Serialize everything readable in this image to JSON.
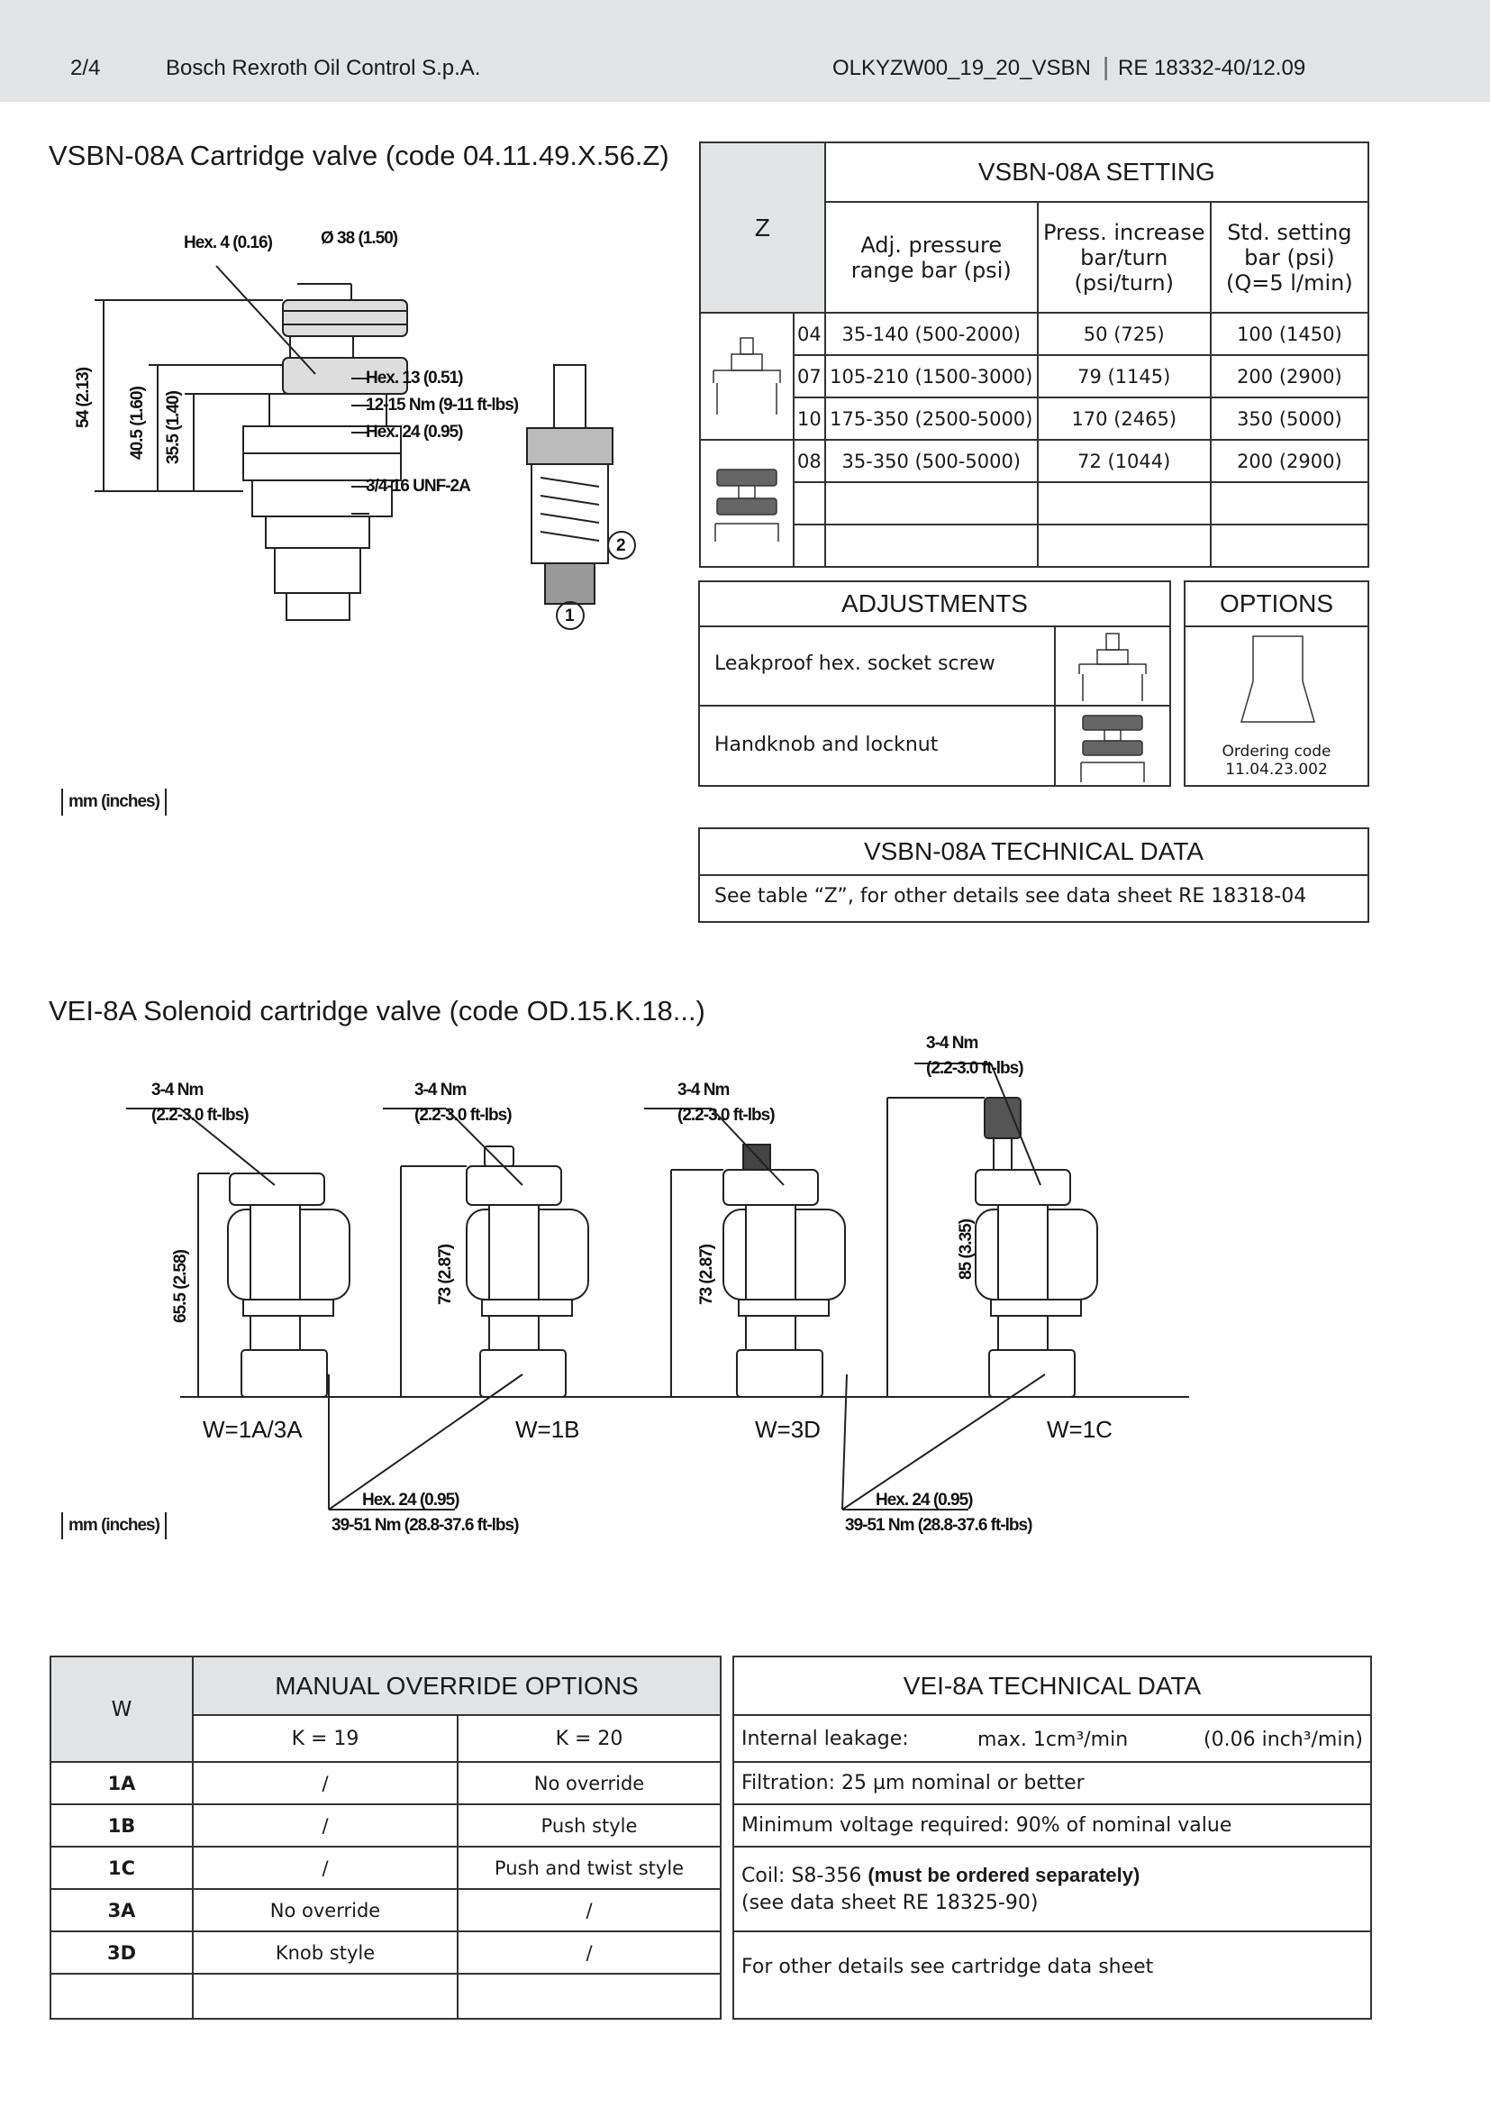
{
  "header": {
    "page": "2/4",
    "company": "Bosch Rexroth Oil Control S.p.A.",
    "doc_code": "OLKYZW00_19_20_VSBN",
    "doc_ref": "RE 18332-40/12.09"
  },
  "vsbn": {
    "title": "VSBN-08A Cartridge valve (code 04.11.49.X.56.Z)",
    "dims": {
      "dia": "Ø 38 (1.50)",
      "hex4": "Hex. 4 (0.16)",
      "h54": "54 (2.13)",
      "h405": "40.5 (1.60)",
      "h355": "35.5 (1.40)",
      "hex13": "Hex. 13 (0.51)",
      "torque": "12-15 Nm (9-11 ft-lbs)",
      "hex24": "Hex. 24 (0.95)",
      "thread": "3/4-16 UNF-2A",
      "port1": "1",
      "port2": "2"
    },
    "units": "mm (inches)"
  },
  "setting_table": {
    "z_label": "Z",
    "title": "VSBN-08A SETTING",
    "col1": "Adj. pressure range bar (psi)",
    "col2": "Press. increase bar/turn (psi/turn)",
    "col3": "Std. setting bar (psi) (Q=5 l/min)",
    "rows": [
      {
        "z": "04",
        "range": "35-140 (500-2000)",
        "inc": "50 (725)",
        "std": "100 (1450)"
      },
      {
        "z": "07",
        "range": "105-210 (1500-3000)",
        "inc": "79 (1145)",
        "std": "200 (2900)"
      },
      {
        "z": "10",
        "range": "175-350 (2500-5000)",
        "inc": "170 (2465)",
        "std": "350 (5000)"
      },
      {
        "z": "08",
        "range": "35-350 (500-5000)",
        "inc": "72 (1044)",
        "std": "200 (2900)"
      }
    ]
  },
  "adjustments": {
    "title": "ADJUSTMENTS",
    "items": [
      "Leakproof hex. socket screw",
      "Handknob and locknut"
    ]
  },
  "options": {
    "title": "OPTIONS",
    "ordering_label": "Ordering code",
    "ordering_code": "11.04.23.002"
  },
  "vsbn_tech": {
    "title": "VSBN-08A TECHNICAL DATA",
    "text": "See table “Z”, for other details see data sheet RE 18318-04"
  },
  "vei": {
    "title": "VEI-8A Solenoid cartridge valve (code OD.15.K.18...)",
    "torque_a": "3-4 Nm",
    "torque_b": "(2.2-3.0 ft-lbs)",
    "hex24": "Hex. 24 (0.95)",
    "hex_torque": "39-51 Nm (28.8-37.6 ft-lbs)",
    "heights": [
      "65.5 (2.58)",
      "73 (2.87)",
      "73 (2.87)",
      "85 (3.35)"
    ],
    "w_labels": [
      "W=1A/3A",
      "W=1B",
      "W=3D",
      "W=1C"
    ],
    "units": "mm (inches)"
  },
  "override_table": {
    "w_label": "W",
    "title": "MANUAL OVERRIDE OPTIONS",
    "k19": "K = 19",
    "k20": "K = 20",
    "rows": [
      {
        "w": "1A",
        "k19": "/",
        "k20": "No override"
      },
      {
        "w": "1B",
        "k19": "/",
        "k20": "Push style"
      },
      {
        "w": "1C",
        "k19": "/",
        "k20": "Push and twist style"
      },
      {
        "w": "3A",
        "k19": "No override",
        "k20": "/"
      },
      {
        "w": "3D",
        "k19": "Knob style",
        "k20": "/"
      }
    ]
  },
  "vei_tech": {
    "title": "VEI-8A TECHNICAL DATA",
    "leak_label": "Internal leakage:",
    "leak_val": "max.  1cm³/min",
    "leak_imp": "(0.06 inch³/min)",
    "filtration": "Filtration: 25 µm nominal or better",
    "voltage": "Minimum voltage required: 90% of nominal value",
    "coil_a": "Coil: S8-356",
    "coil_b": "(must be ordered separately)",
    "coil_c": "(see data sheet RE 18325-90)",
    "other": "For other details see cartridge data sheet"
  }
}
